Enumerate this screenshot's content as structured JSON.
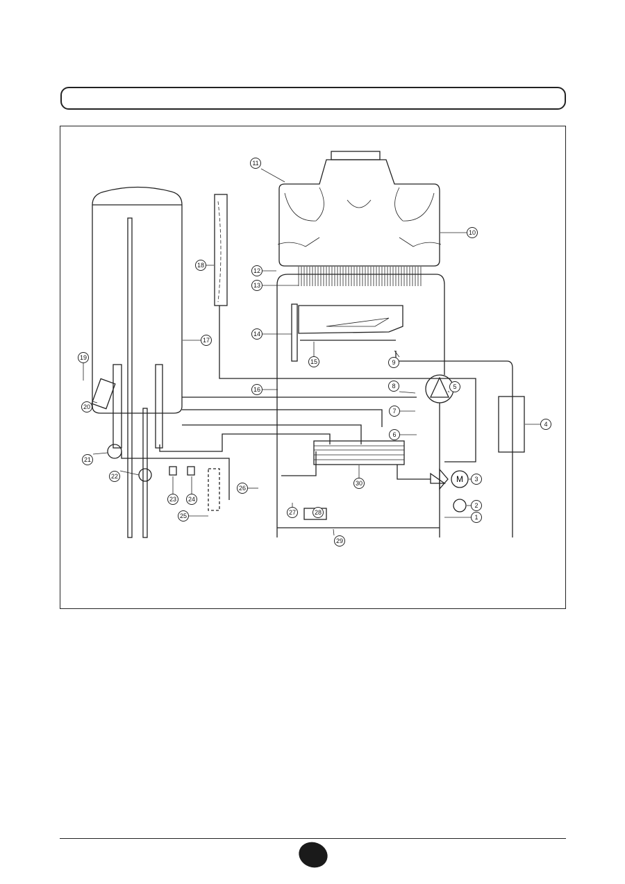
{
  "title_bar": {
    "text": ""
  },
  "diagram": {
    "callouts": [
      "1",
      "2",
      "3",
      "4",
      "5",
      "6",
      "7",
      "8",
      "9",
      "10",
      "11",
      "12",
      "13",
      "14",
      "15",
      "16",
      "17",
      "18",
      "19",
      "20",
      "21",
      "22",
      "23",
      "24",
      "25",
      "26",
      "27",
      "28",
      "29",
      "30"
    ]
  },
  "footer": {
    "page_number": ""
  }
}
